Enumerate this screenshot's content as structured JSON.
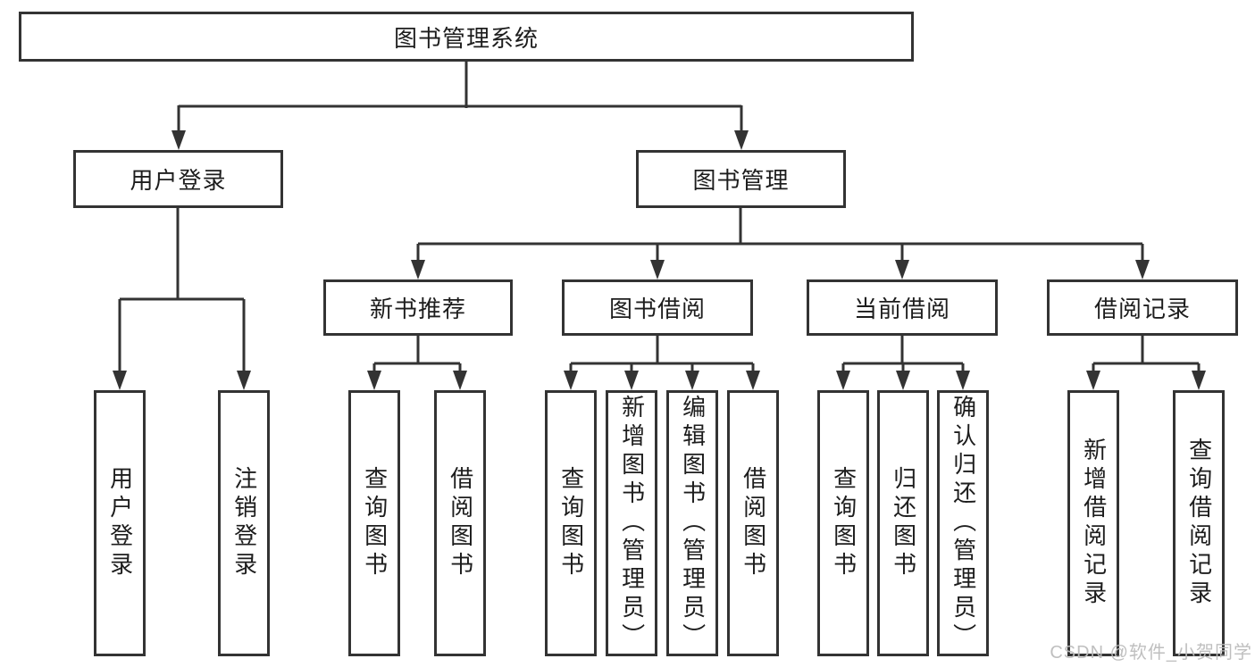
{
  "diagram_type": "hierarchy-tree",
  "tree": {
    "root": "图书管理系统",
    "children": [
      {
        "label": "用户登录",
        "children": [
          {
            "label": "用户登录"
          },
          {
            "label": "注销登录"
          }
        ]
      },
      {
        "label": "图书管理",
        "children": [
          {
            "label": "新书推荐",
            "children": [
              {
                "label": "查询图书"
              },
              {
                "label": "借阅图书"
              }
            ]
          },
          {
            "label": "图书借阅",
            "children": [
              {
                "label": "查询图书"
              },
              {
                "label": "新增图书（管理员）"
              },
              {
                "label": "编辑图书（管理员）"
              },
              {
                "label": "借阅图书"
              }
            ]
          },
          {
            "label": "当前借阅",
            "children": [
              {
                "label": "查询图书"
              },
              {
                "label": "归还图书"
              },
              {
                "label": "确认归还（管理员）"
              }
            ]
          },
          {
            "label": "借阅记录",
            "children": [
              {
                "label": "新增借阅记录"
              },
              {
                "label": "查询借阅记录"
              }
            ]
          }
        ]
      }
    ]
  },
  "watermark": {
    "text": "CSDN @软件_小贺同学"
  },
  "colors": {
    "line": "#333333",
    "box_border": "#333333",
    "text": "#1d1d1d",
    "watermark": "#bcbcbc",
    "background": "#ffffff"
  }
}
